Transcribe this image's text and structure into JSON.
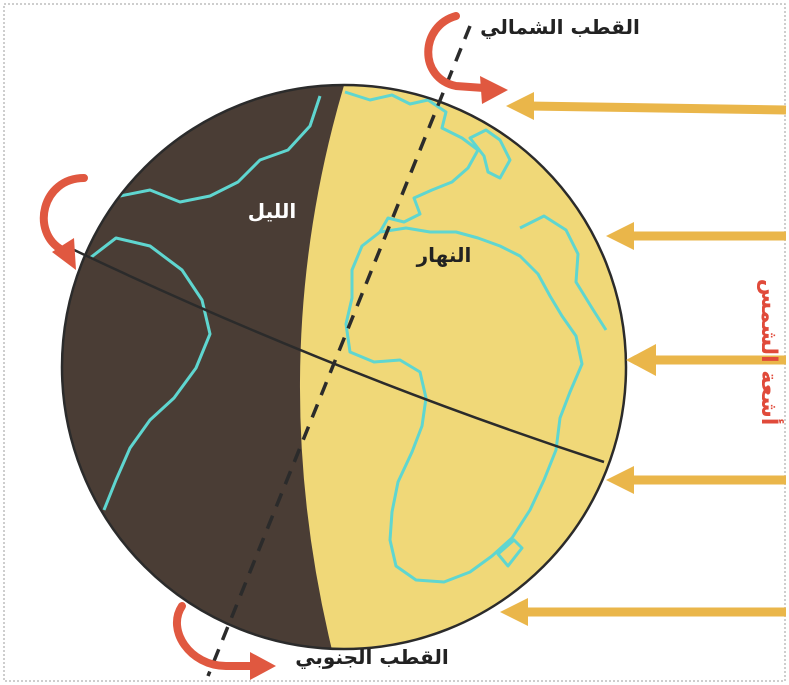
{
  "labels": {
    "north_pole": "القطب الشمالي",
    "south_pole": "القطب الجنوبي",
    "night": "الليل",
    "day": "النهار",
    "sun_rays": "أشعة الشمس"
  },
  "colors": {
    "night_side": "#4a3d35",
    "day_side": "#f0d878",
    "coastline": "#5fd6d0",
    "sun_arrow": "#eab64a",
    "rotation_arrow": "#e05840",
    "axis": "#2b2b2b",
    "sun_label": "#e04a3a",
    "text_dark": "#222222",
    "text_light": "#ffffff"
  }
}
